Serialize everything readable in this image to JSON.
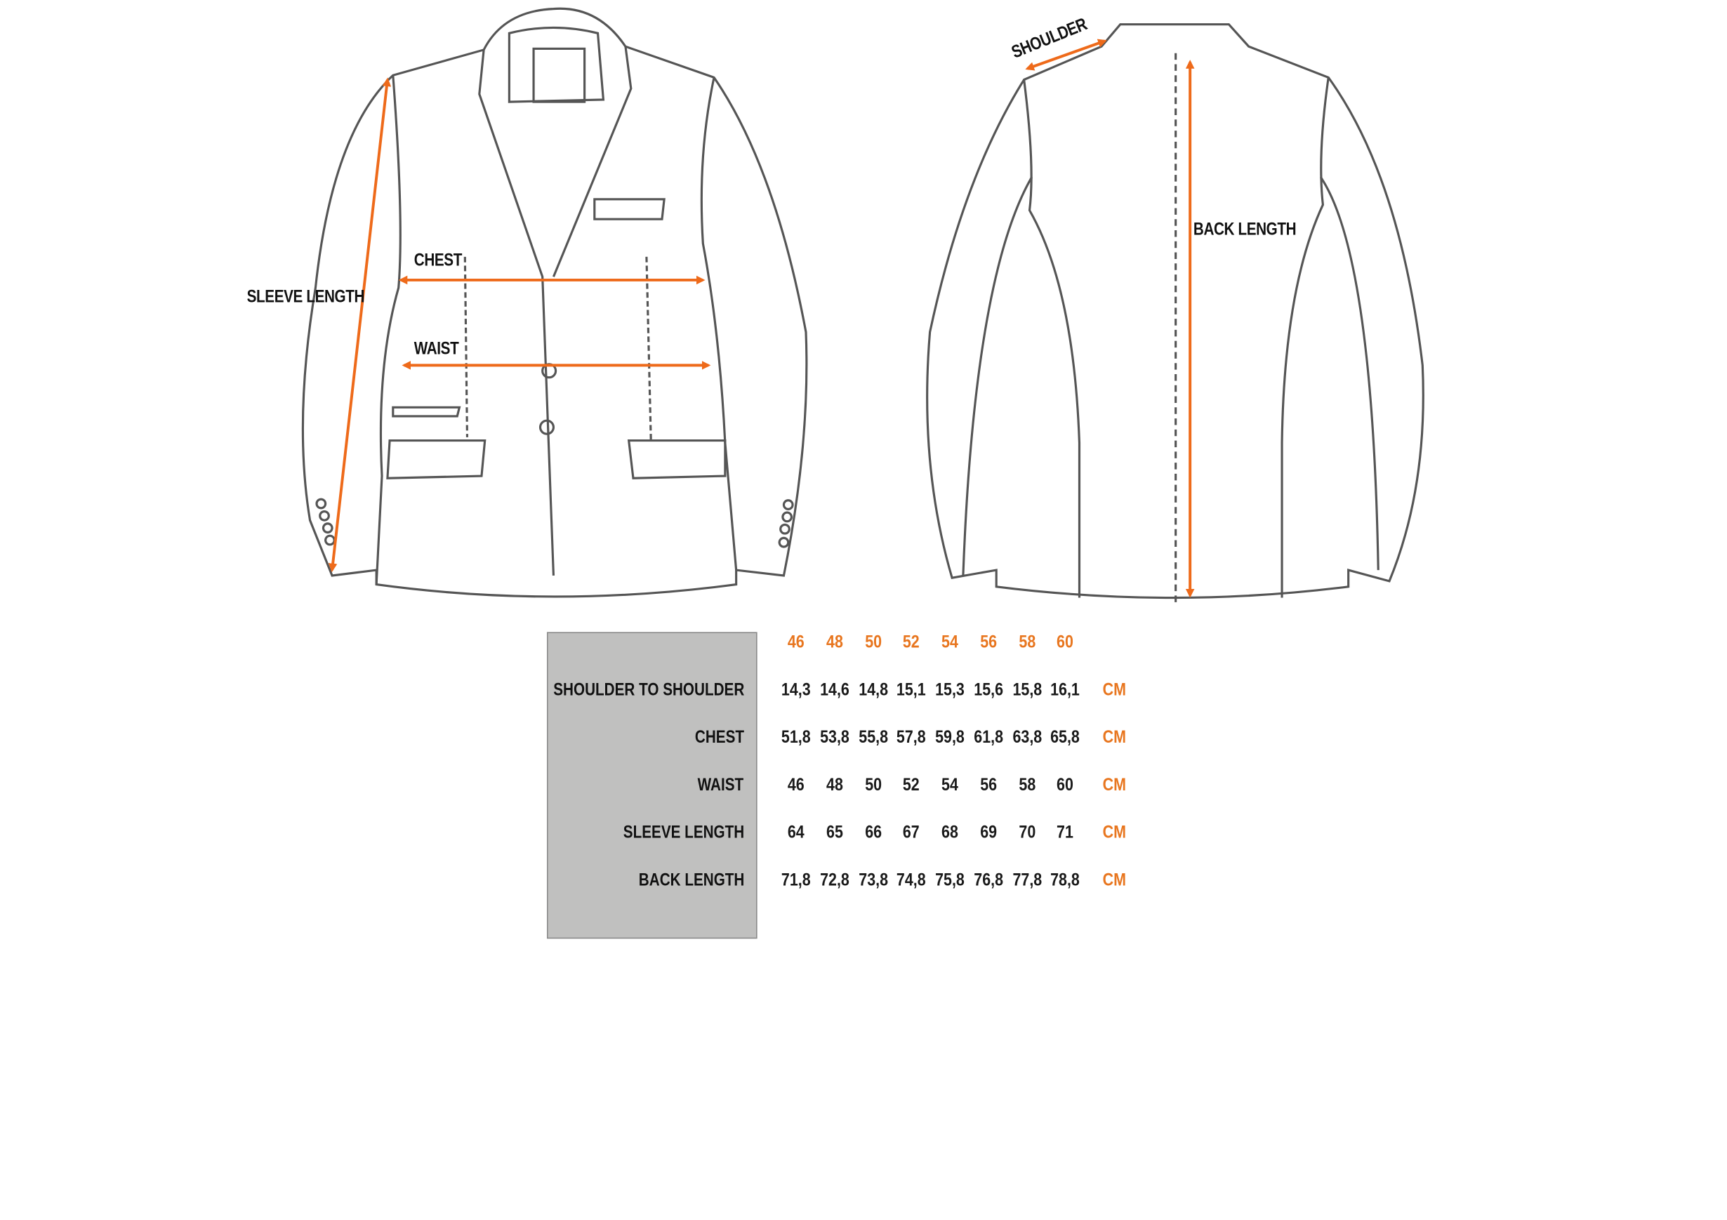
{
  "labels": {
    "sleeve_length": "SLEEVE LENGTH",
    "chest": "CHEST",
    "waist": "WAIST",
    "shoulder": "SHOULDER",
    "back_length": "BACK LENGTH"
  },
  "colors": {
    "accent": "#ee6a1a",
    "header": "#e8761f",
    "label_panel": "#c0c0bf"
  },
  "table": {
    "sizes": [
      "46",
      "48",
      "50",
      "52",
      "54",
      "56",
      "58",
      "60"
    ],
    "unit": "CM",
    "rows": [
      {
        "label": "SHOULDER TO SHOULDER",
        "values": [
          "14,3",
          "14,6",
          "14,8",
          "15,1",
          "15,3",
          "15,6",
          "15,8",
          "16,1"
        ]
      },
      {
        "label": "CHEST",
        "values": [
          "51,8",
          "53,8",
          "55,8",
          "57,8",
          "59,8",
          "61,8",
          "63,8",
          "65,8"
        ]
      },
      {
        "label": "WAIST",
        "values": [
          "46",
          "48",
          "50",
          "52",
          "54",
          "56",
          "58",
          "60"
        ]
      },
      {
        "label": "SLEEVE LENGTH",
        "values": [
          "64",
          "65",
          "66",
          "67",
          "68",
          "69",
          "70",
          "71"
        ]
      },
      {
        "label": "BACK LENGTH",
        "values": [
          "71,8",
          "72,8",
          "73,8",
          "74,8",
          "75,8",
          "76,8",
          "77,8",
          "78,8"
        ]
      }
    ]
  }
}
